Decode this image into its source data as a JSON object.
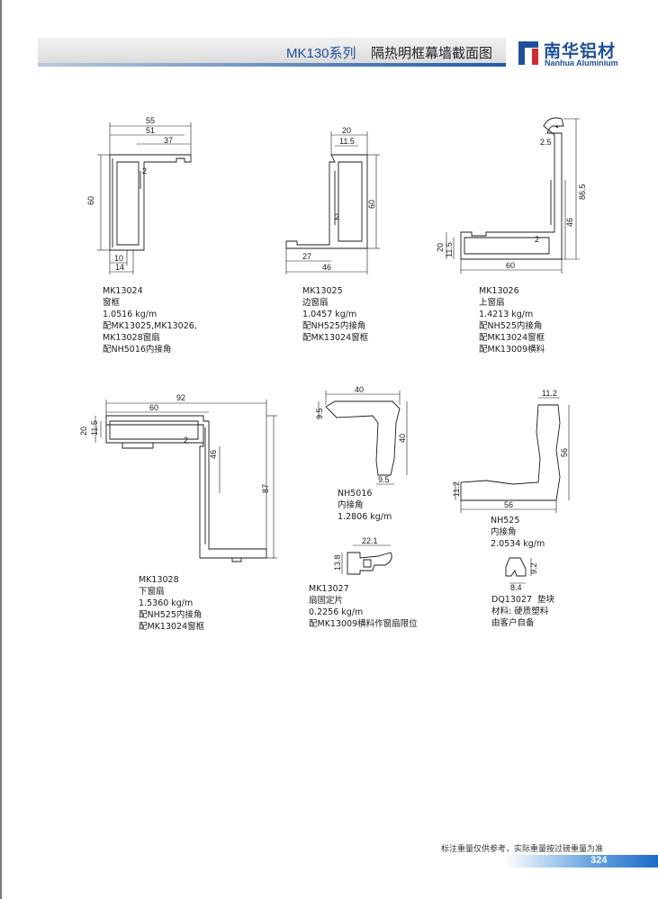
{
  "header": {
    "series": "MK130系列",
    "title": "隔热明框幕墙截面图",
    "brand_cn": "南华铝材",
    "brand_en": "Nanhua Aluminium"
  },
  "parts": [
    {
      "caption": "MK13024\n窗框\n1.0516 kg/m\n配MK13025,MK13026,\nMK13028窗扇\n配NH5016内接角"
    },
    {
      "caption": "MK13025\n边窗扇\n1.0457 kg/m\n配NH525内接角\n配MK13024窗框"
    },
    {
      "caption": "MK13026\n上窗扇\n1.4213 kg/m\n配NH525内接角\n配MK13024窗框\n配MK13009横料"
    },
    {
      "caption": "MK13028\n下窗扇\n1.5360 kg/m\n配NH525内接角\n配MK13024窗框"
    },
    {
      "caption": "NH5016\n内接角\n1.2806 kg/m"
    },
    {
      "caption": "NH525\n内接角\n2.0534 kg/m"
    },
    {
      "caption": "MK13027\n扇固定片\n0.2256 kg/m\n配MK13009横料作窗扇限位"
    },
    {
      "caption": "DQ13027  垫块\n材料: 硬质塑料\n由客户自备"
    }
  ],
  "dims": {
    "mk13024": [
      "55",
      "51",
      "37",
      "60",
      "2",
      "10",
      "14"
    ],
    "mk13025": [
      "20",
      "11.5",
      "60",
      "2",
      "27",
      "46"
    ],
    "mk13026": [
      "2.5",
      "86.5",
      "46",
      "2",
      "20",
      "11.5",
      "60"
    ],
    "mk13028": [
      "92",
      "60",
      "11.5",
      "20",
      "2",
      "46",
      "87"
    ],
    "nh5016": [
      "40",
      "9.5",
      "40",
      "9.5"
    ],
    "nh525": [
      "11.2",
      "56",
      "11.2",
      "56"
    ],
    "mk13027": [
      "22.1",
      "13.8"
    ],
    "dq13027": [
      "9.2",
      "8.4"
    ]
  },
  "footer": {
    "note": "标注重量仅供参考，实际重量按过磅重量为准",
    "page": "324"
  },
  "colors": {
    "brand_blue": "#1e4f9a",
    "accent_blue": "#1e6cc8"
  }
}
